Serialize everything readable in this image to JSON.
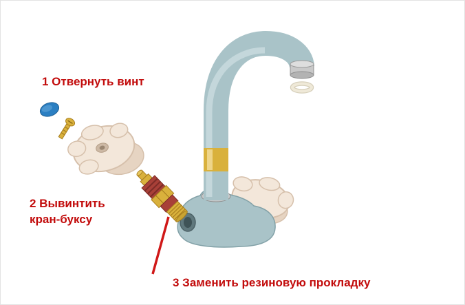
{
  "figure": {
    "type": "exploded-diagram",
    "subject": "faucet repair steps"
  },
  "labels": {
    "step1": "1 Отвернуть винт",
    "step2_line1": "2 Вывинтить",
    "step2_line2": "кран-буксу",
    "step3": "3 Заменить резиновую прокладку"
  },
  "colors": {
    "label_text": "#c20b0b",
    "pointer_line": "#d01818",
    "faucet_body": "#a9c3c8",
    "faucet_body_dark": "#82a1a7",
    "handle_cream": "#f3e7da",
    "handle_cream_dark": "#d6c0ab",
    "brass": "#d9b13c",
    "brass_dark": "#a97f1f",
    "cartridge_red": "#a84038",
    "cartridge_red_dark": "#7c2b27",
    "chrome": "#c9c9c9",
    "chrome_dark": "#8f8f8f",
    "blue_cap": "#2b7fc2",
    "gasket_white": "#efe9d8",
    "background": "#ffffff"
  }
}
